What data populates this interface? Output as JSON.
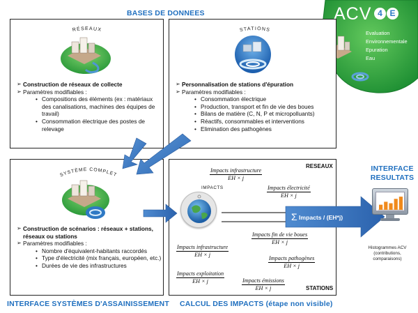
{
  "headers": {
    "databases": "BASES DE DONNEES",
    "interface_results": "INTERFACE RESULTATS",
    "interface_systems": "INTERFACE SYSTÈMES D'ASSAINISSEMENT",
    "impact_calc": "CALCUL DES IMPACTS (étape non visible)"
  },
  "logo": {
    "text": "ACV",
    "badge_4": "4",
    "badge_e": "E",
    "lines": [
      "Evaluation",
      "Environnementale",
      "Epuration",
      "Eau"
    ]
  },
  "reseaux_box": {
    "title": "RÉSEAUX",
    "main": "Construction de réseaux de collecte",
    "params": "Paramètres modifiables :",
    "items": [
      "Compositions des éléments (ex : matériaux des canalisations, machines des équipes de travail)",
      "Consommation électrique des postes de relevage"
    ]
  },
  "stations_box": {
    "title": "STATIONS",
    "main": "Personnalisation de stations d'épuration",
    "params": "Paramètres modifiables :",
    "items": [
      "Consommation électrique",
      "Production, transport et fin de vie des boues",
      "Bilans de matière (C, N, P et micropolluants)",
      "Réactifs, consommables et interventions",
      "Elimination des pathogènes"
    ]
  },
  "systeme_box": {
    "title": "SYSTÈME COMPLET",
    "main": "Construction de scénarios : réseaux + stations, réseaux ou stations",
    "params": "Paramètres modifiables :",
    "items": [
      "Nombre d'équivalent-habitants raccordés",
      "Type d'électricité (mix français, européen, etc.)",
      "Durées de vie des infrastructures"
    ]
  },
  "impacts_box": {
    "label_impacts": "IMPACTS",
    "label_reseaux": "RESEAUX",
    "label_stations": "STATIONS",
    "sum_label": "Impacts / (EH*j)",
    "sum_symbol": "Σ",
    "denominator": "EH × j",
    "fractions": [
      "Impacts infrastructure",
      "Impacts électricité",
      "Impacts fin de vie boues",
      "Impacts infrastructure",
      "Impacts pathogènes",
      "Impacts exploitation",
      "Impacts émissions"
    ]
  },
  "results": {
    "caption": [
      "Histogrammes ACV",
      "(contributions,",
      "comparaisons)"
    ],
    "bars": [
      0.35,
      0.55,
      0.45,
      0.75,
      0.9
    ]
  },
  "colors": {
    "accent_blue": "#1f6fbf",
    "arrow_blue": "#3c7cc8",
    "logo_green": "#3ab14a",
    "chart_orange": "#f08a1c"
  }
}
